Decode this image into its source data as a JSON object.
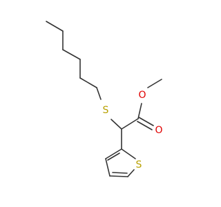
{
  "colors": {
    "bond": "#333333",
    "sulfur": "#b8a000",
    "oxygen": "#e00000"
  },
  "atoms": {
    "thioether_sulfur": "S",
    "ester_oxygen": "O",
    "carbonyl_oxygen": "O",
    "thiophene_sulfur": "S"
  }
}
